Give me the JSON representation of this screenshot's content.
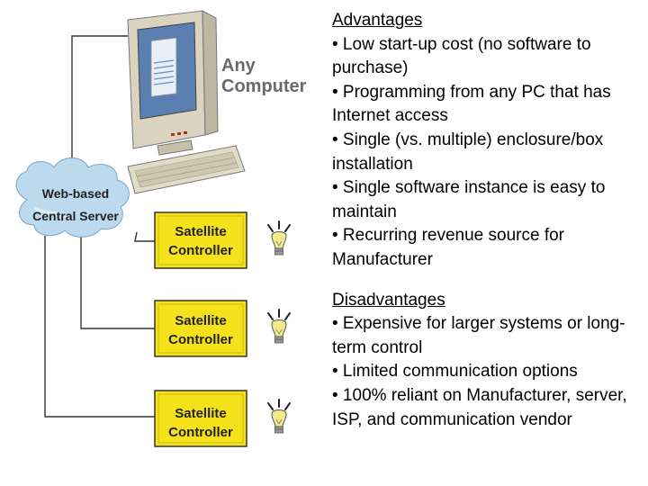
{
  "diagram": {
    "computer_label": [
      "Any",
      "Computer"
    ],
    "server_label": [
      "Web-based",
      "Central Server"
    ],
    "controllers": [
      {
        "label": [
          "Satellite",
          "Controller"
        ]
      },
      {
        "label": [
          "Satellite",
          "Controller"
        ]
      },
      {
        "label": [
          "Satellite",
          "Controller"
        ]
      }
    ],
    "colors": {
      "controller_fill": "#f5e21a",
      "controller_border": "#333333",
      "cloud_fill": "#bcd9ee",
      "label_gray": "#6a6a6a",
      "monitor_beige": "#d9d3bf",
      "bulb_yellow": "#f3ea8c"
    }
  },
  "advantages": {
    "heading": "Advantages",
    "items": [
      "• Low start-up cost (no software to purchase)",
      "• Programming from any PC that has Internet access",
      "• Single (vs. multiple) enclosure/box installation",
      "• Single software instance is easy to maintain",
      "• Recurring revenue source for Manufacturer"
    ]
  },
  "disadvantages": {
    "heading": "Disadvantages",
    "items": [
      "• Expensive for larger systems or long-term control",
      "• Limited communication options",
      "• 100% reliant on Manufacturer, server, ISP, and communication vendor"
    ]
  }
}
